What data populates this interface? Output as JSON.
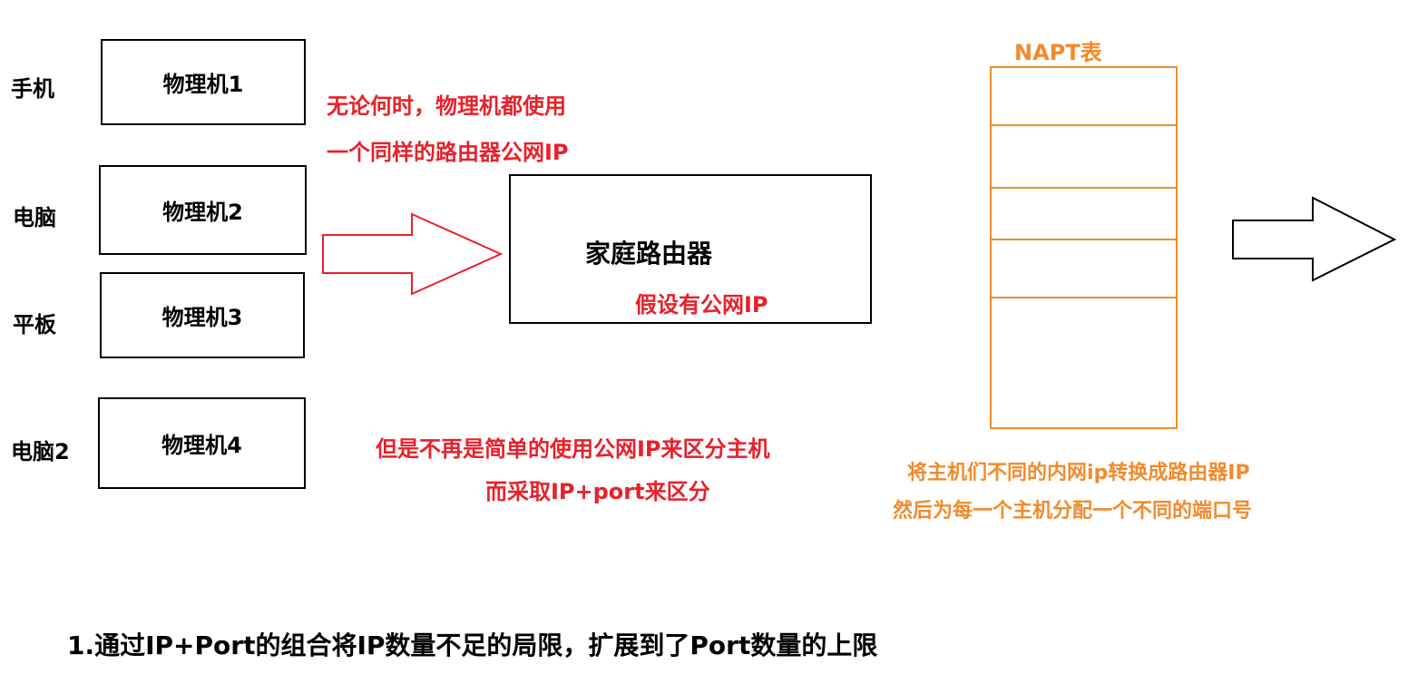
{
  "devices": [
    {
      "label": "手机",
      "machine": "物理机1"
    },
    {
      "label": "电脑",
      "machine": "物理机2"
    },
    {
      "label": "平板",
      "machine": "物理机3"
    },
    {
      "label": "电脑2",
      "machine": "物理机4"
    }
  ],
  "router": {
    "title": "家庭路由器",
    "note": "假设有公网IP"
  },
  "note_top": {
    "line1": "无论何时，物理机都使用",
    "line2": "一个同样的路由器公网IP"
  },
  "note_bottom": {
    "line1": "但是不再是简单的使用公网IP来区分主机",
    "line2": "而采取IP+port来区分"
  },
  "napt": {
    "title": "NAPT表",
    "note_line1": "将主机们不同的内网ip转换成路由器IP",
    "note_line2": "然后为每一个主机分配一个不同的端口号"
  },
  "summary": "1.通过IP+Port的组合将IP数量不足的局限，扩展到了Port数量的上限",
  "colors": {
    "red": "#e8202a",
    "orange": "#f28a2c",
    "black": "#000000"
  }
}
